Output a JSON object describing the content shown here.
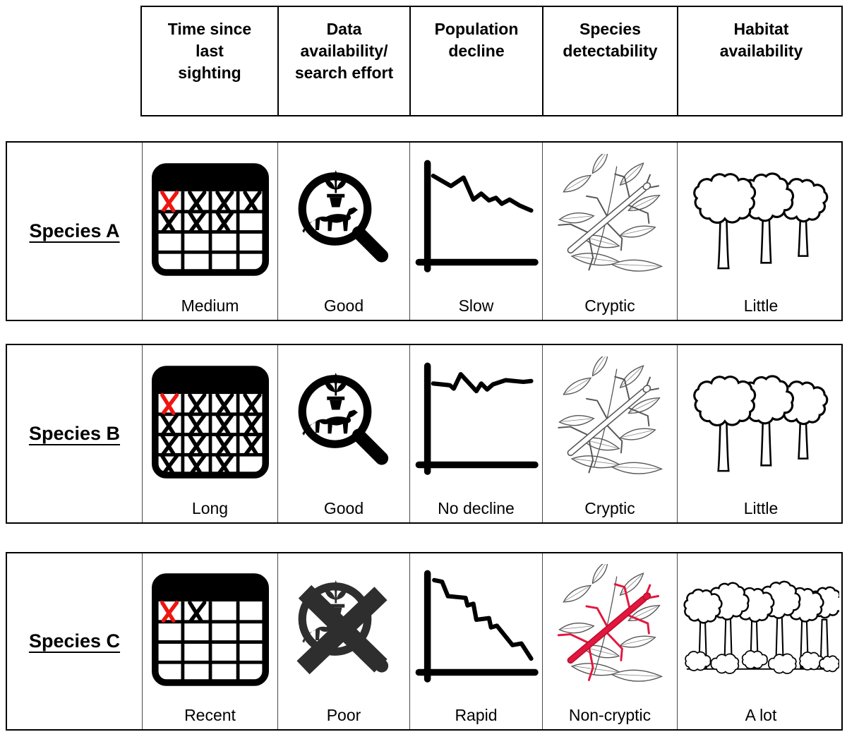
{
  "colors": {
    "ink": "#000000",
    "mark_red": "#ee1510",
    "insect_red": "#e3173d",
    "sketch": "#555555",
    "crossed_dark": "#2e2e2e"
  },
  "header": {
    "columns": [
      "Time since\nlast\nsighting",
      "Data\navailability/\nsearch effort",
      "Population\ndecline",
      "Species\ndetectability",
      "Habitat\navailability"
    ]
  },
  "rows": [
    {
      "species": "Species A",
      "time": {
        "caption": "Medium",
        "marks": [
          "r",
          "x",
          "x",
          "x",
          "x",
          "x",
          "x",
          "",
          "",
          "",
          "",
          "",
          "",
          "",
          "",
          ""
        ]
      },
      "search": {
        "caption": "Good",
        "crossed": false
      },
      "decline": {
        "caption": "Slow",
        "points": [
          [
            0,
            8
          ],
          [
            18,
            20
          ],
          [
            31,
            10
          ],
          [
            41,
            36
          ],
          [
            49,
            29
          ],
          [
            57,
            37
          ],
          [
            64,
            34
          ],
          [
            70,
            41
          ],
          [
            78,
            36
          ],
          [
            88,
            43
          ],
          [
            100,
            49
          ]
        ]
      },
      "detect": {
        "caption": "Cryptic",
        "variant": "cryptic"
      },
      "habitat": {
        "caption": "Little",
        "variant": "few"
      }
    },
    {
      "species": "Species B",
      "time": {
        "caption": "Long",
        "marks": [
          "r",
          "x",
          "x",
          "x",
          "x",
          "x",
          "x",
          "x",
          "x",
          "x",
          "x",
          "x",
          "x",
          "x",
          "x",
          ""
        ]
      },
      "search": {
        "caption": "Good",
        "crossed": false
      },
      "decline": {
        "caption": "No decline",
        "points": [
          [
            0,
            14
          ],
          [
            17,
            16
          ],
          [
            21,
            20
          ],
          [
            28,
            3
          ],
          [
            44,
            23
          ],
          [
            49,
            14
          ],
          [
            55,
            21
          ],
          [
            61,
            15
          ],
          [
            74,
            10
          ],
          [
            92,
            12
          ],
          [
            100,
            11
          ]
        ]
      },
      "detect": {
        "caption": "Cryptic",
        "variant": "cryptic"
      },
      "habitat": {
        "caption": "Little",
        "variant": "few"
      }
    },
    {
      "species": "Species C",
      "time": {
        "caption": "Recent",
        "marks": [
          "r",
          "x",
          "",
          "",
          "",
          "",
          "",
          "",
          "",
          "",
          "",
          "",
          "",
          "",
          "",
          ""
        ]
      },
      "search": {
        "caption": "Poor",
        "crossed": true
      },
      "decline": {
        "caption": "Rapid",
        "points": [
          [
            1,
            1
          ],
          [
            9,
            3
          ],
          [
            15,
            20
          ],
          [
            33,
            22
          ],
          [
            35,
            31
          ],
          [
            41,
            29
          ],
          [
            44,
            48
          ],
          [
            57,
            46
          ],
          [
            59,
            57
          ],
          [
            65,
            55
          ],
          [
            81,
            78
          ],
          [
            90,
            76
          ],
          [
            100,
            94
          ]
        ]
      },
      "detect": {
        "caption": "Non-cryptic",
        "variant": "noncryptic"
      },
      "habitat": {
        "caption": "A lot",
        "variant": "many"
      }
    }
  ]
}
